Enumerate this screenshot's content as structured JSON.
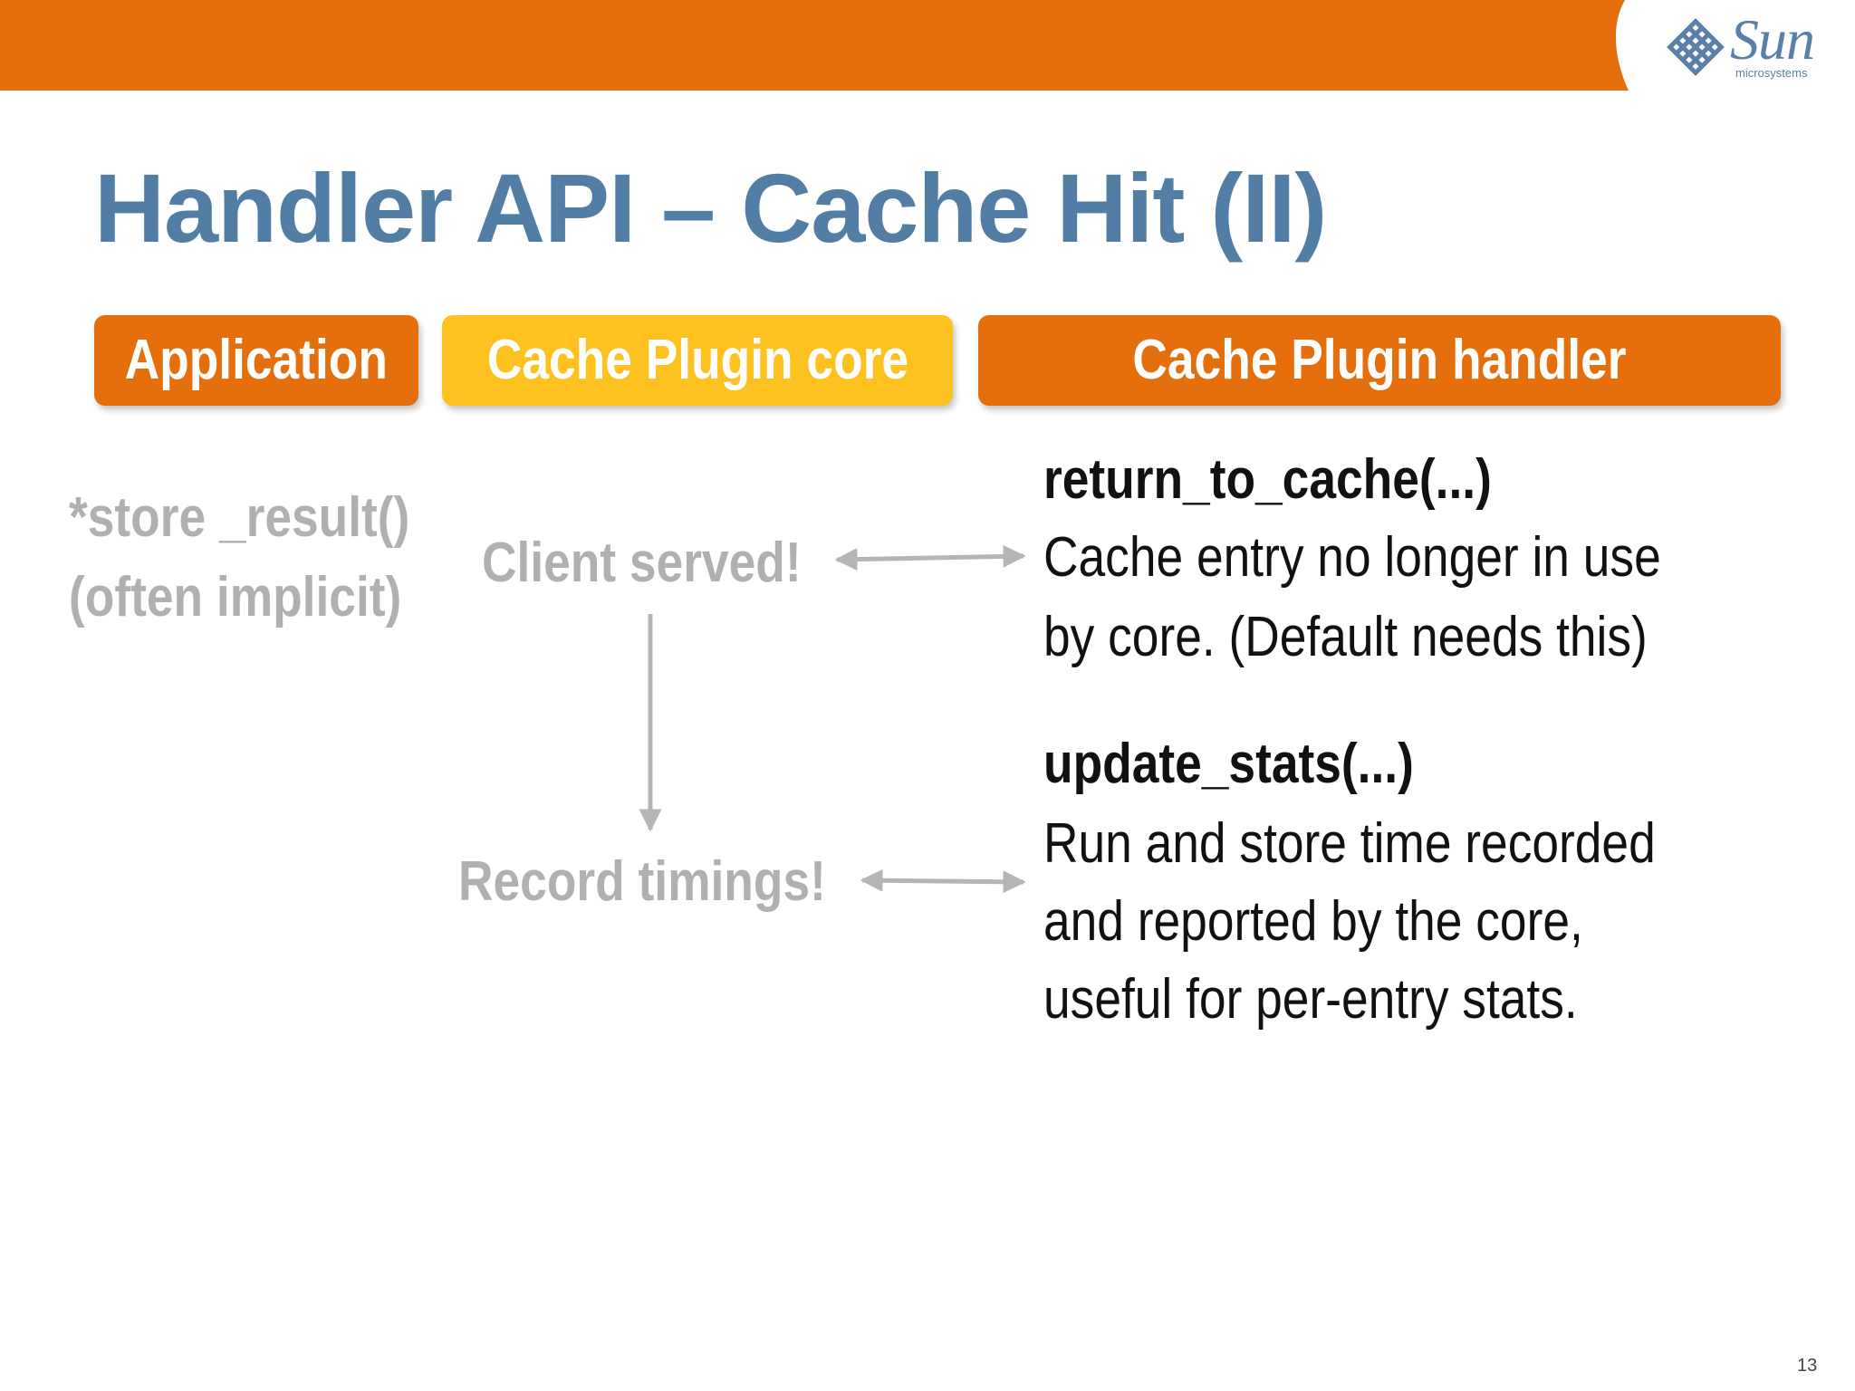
{
  "logo": {
    "word": "Sun",
    "sub": "microsystems"
  },
  "title": "Handler API – Cache Hit (II)",
  "headers": {
    "application": "Application",
    "core": "Cache Plugin core",
    "handler": "Cache Plugin handler"
  },
  "application_column": {
    "line1": "*store _result()",
    "line2": "(often implicit)"
  },
  "core_column": {
    "step1": "Client served!",
    "step2": "Record timings!"
  },
  "handler_column": {
    "item1": {
      "name": "return_to_cache(...)",
      "desc_line1": "Cache entry no longer in use",
      "desc_line2": "by core. (Default needs this)"
    },
    "item2": {
      "name": "update_stats(...)",
      "desc_line1": "Run and store time recorded",
      "desc_line2": "and reported by the core,",
      "desc_line3": "useful for per-entry stats."
    }
  },
  "page_number": "13",
  "colors": {
    "orange": "#e46f0c",
    "yellow": "#fdc21f",
    "title_blue": "#527ea5",
    "grey_text": "#b0b0b0",
    "arrow_grey": "#b5b5b5"
  }
}
